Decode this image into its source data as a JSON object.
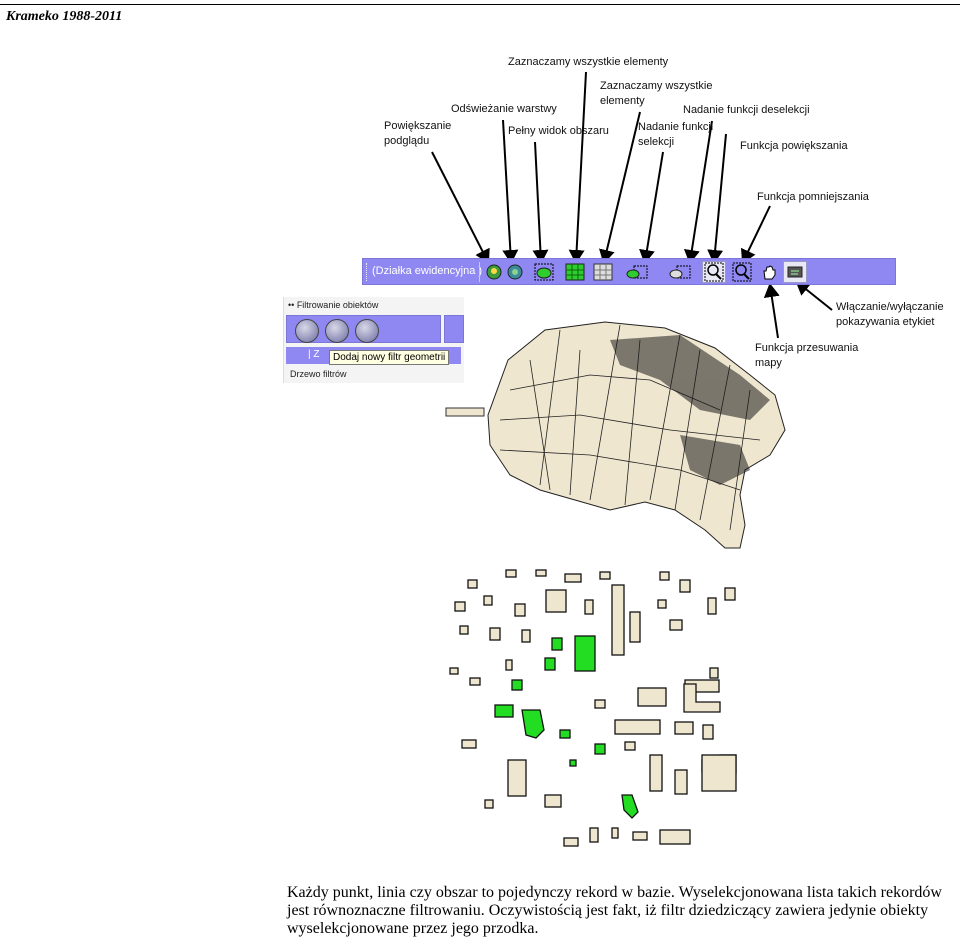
{
  "header": {
    "title": "Krameko 1988-2011"
  },
  "callouts": {
    "powiekszanie_podgladu": [
      "Powiększanie",
      "podglądu"
    ],
    "odswiezanie_warstwy": "Odświeżanie warstwy",
    "pelny_widok": "Pełny widok obszaru",
    "zaznaczamy_1": "Zaznaczamy wszystkie elementy",
    "zaznaczamy_2": [
      "Zaznaczamy wszystkie",
      "elementy"
    ],
    "nadanie_selekcji": [
      "Nadanie funkcji",
      "selekcji"
    ],
    "nadanie_deselekcji": "Nadanie funkcji deselekcji",
    "funkcja_powiekszania": "Funkcja powiększania",
    "funkcja_pomniejszania": "Funkcja pomniejszania",
    "wlaczanie_etykiet": [
      "Włączanie/wyłączanie",
      "pokazywania etykiet"
    ],
    "funkcja_przesuwania": [
      "Funkcja przesuwania",
      "mapy"
    ]
  },
  "toolbar": {
    "layer_label": "(Działka ewidencyjna )",
    "buttons": [
      {
        "name": "zoom-preview-icon"
      },
      {
        "name": "refresh-layer-icon"
      },
      {
        "name": "full-view-icon"
      },
      {
        "name": "select-all-icon"
      },
      {
        "name": "select-all-2-icon"
      },
      {
        "name": "select-function-icon"
      },
      {
        "name": "deselect-function-icon"
      },
      {
        "name": "zoom-in-icon"
      },
      {
        "name": "zoom-out-icon"
      },
      {
        "name": "pan-hand-icon"
      },
      {
        "name": "labels-toggle-icon"
      }
    ]
  },
  "filter_panel": {
    "title": "Filtrowanie obiektów",
    "tooltip": "Dodaj nowy filtr geometrii",
    "tree_label": "Drzewo filtrów",
    "row2_text": "| Z"
  },
  "caption": "Każdy punkt, linia czy obszar to pojedynczy rekord w bazie. Wyselekcjonowana lista takich rekordów jest równoznaczne filtrowaniu. Oczywistością jest fakt, iż filtr dziedziczący zawiera jedynie obiekty wyselekcjonowane przez jego przodka.",
  "colors": {
    "toolbar": "#8f88f2",
    "parcel_fill": "#efe6cf",
    "selected_fill": "#22dd22"
  }
}
